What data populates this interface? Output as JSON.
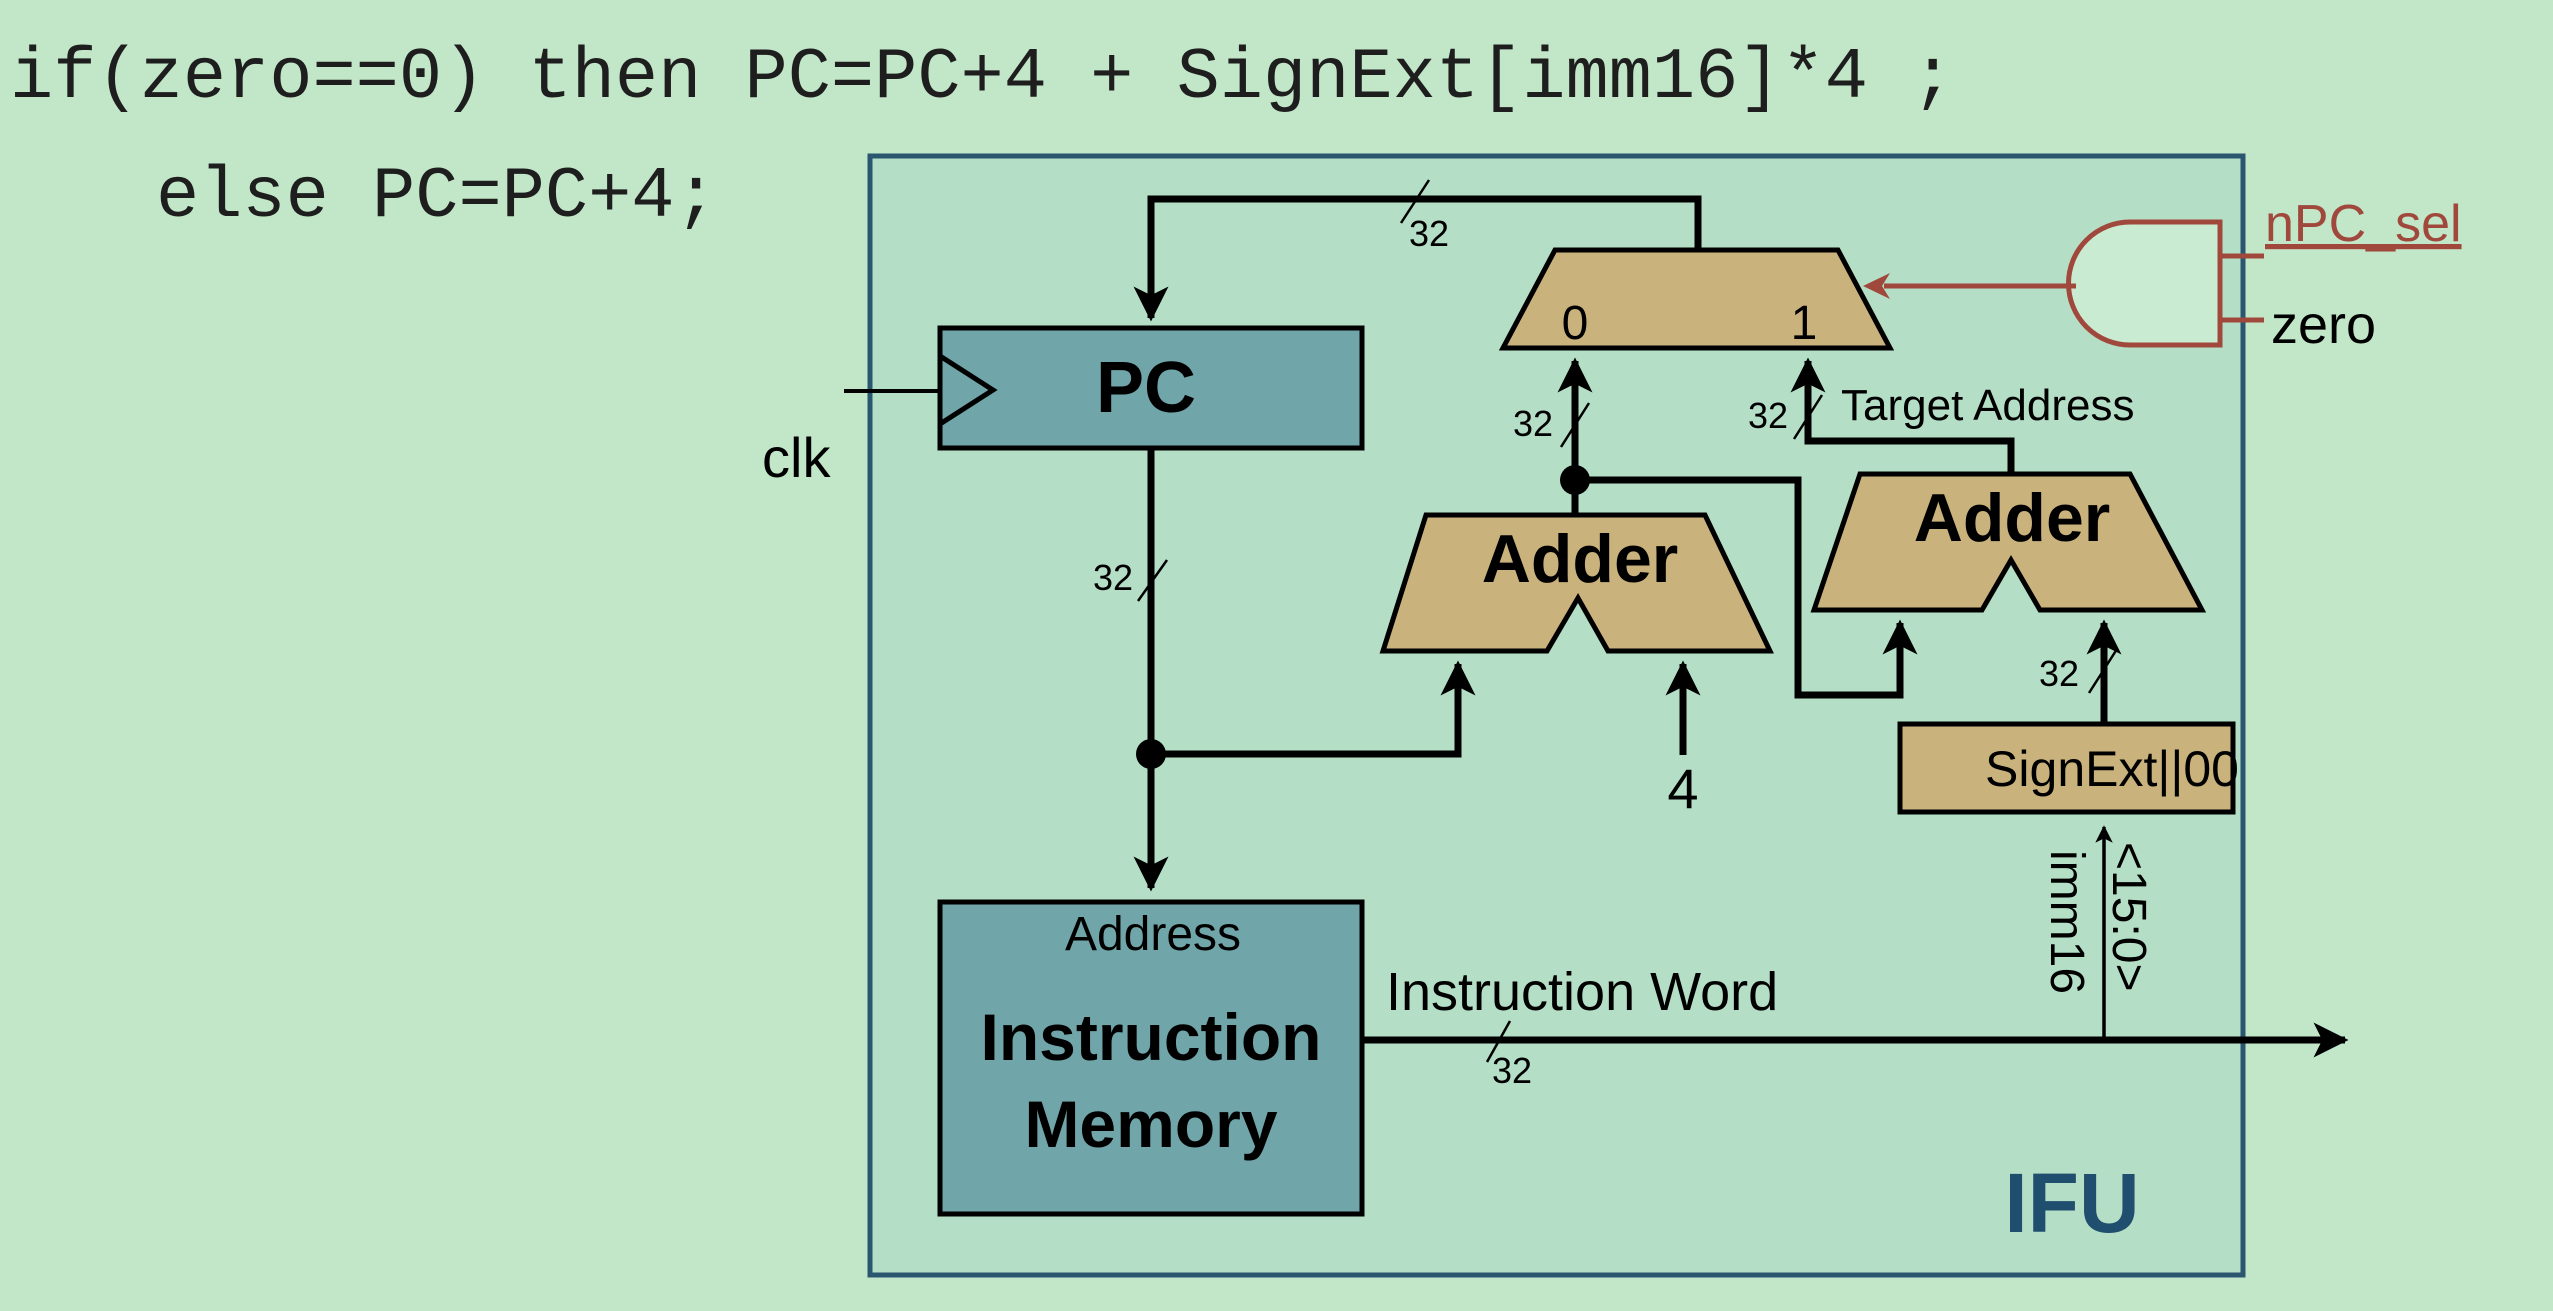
{
  "code": {
    "line1": "if(zero==0) then PC=PC+4 + SignExt[imm16]*4 ;",
    "line2": "else PC=PC+4;"
  },
  "colors": {
    "background": "#c2e6c8",
    "ifu_fill": "#b4dfc6",
    "ifu_border": "#2a5670",
    "register_fill": "#70a5a9",
    "adder_fill": "#c9b27c",
    "and_gate_stroke": "#a0483c",
    "ifu_label": "#1f4e6e"
  },
  "diagram": {
    "ifu_label": "IFU",
    "pc_label": "PC",
    "clk_label": "clk",
    "memory": {
      "address_label": "Address",
      "line1": "Instruction",
      "line2": "Memory"
    },
    "adder1_label": "Adder",
    "adder2_label": "Adder",
    "mux": {
      "in0": "0",
      "in1": "1"
    },
    "signext_label": "SignExt||00",
    "const_four": "4",
    "target_address": "Target Address",
    "instruction_word": "Instruction Word",
    "imm16_label": "imm16",
    "imm_bits": "<15:0>",
    "npc_sel": "nPC_sel",
    "zero": "zero",
    "bus_widths": {
      "feedback": "32",
      "pc_out": "32",
      "adder1_out": "32",
      "target": "32",
      "signext_out": "32",
      "instruction": "32"
    }
  }
}
